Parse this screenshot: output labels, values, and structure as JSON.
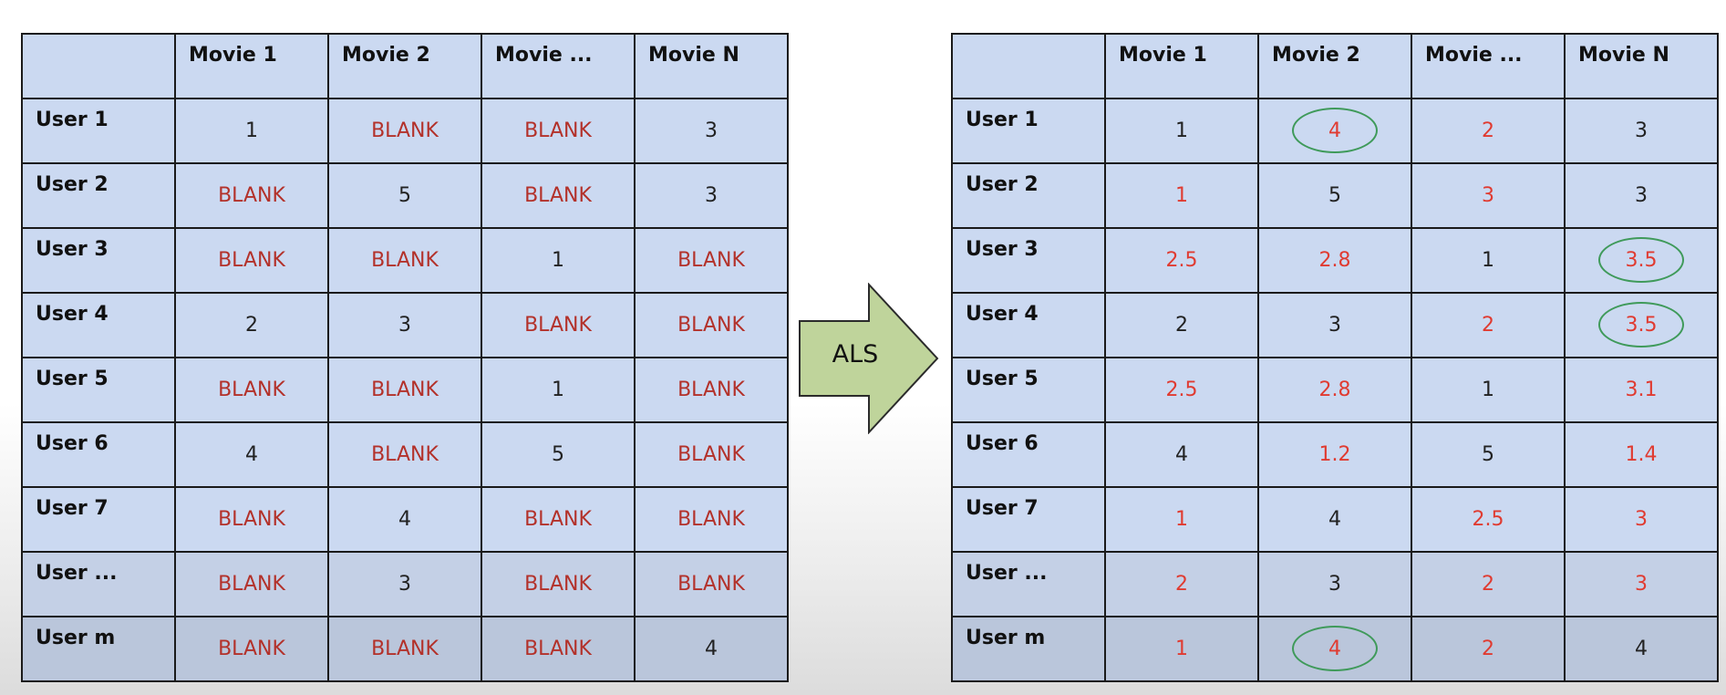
{
  "left_table": {
    "columns": [
      "Movie 1",
      "Movie 2",
      "Movie ...",
      "Movie N"
    ],
    "rows": [
      {
        "user": "User 1",
        "values": [
          "1",
          "BLANK",
          "BLANK",
          "3"
        ]
      },
      {
        "user": "User 2",
        "values": [
          "BLANK",
          "5",
          "BLANK",
          "3"
        ]
      },
      {
        "user": "User 3",
        "values": [
          "BLANK",
          "BLANK",
          "1",
          "BLANK"
        ]
      },
      {
        "user": "User 4",
        "values": [
          "2",
          "3",
          "BLANK",
          "BLANK"
        ]
      },
      {
        "user": "User 5",
        "values": [
          "BLANK",
          "BLANK",
          "1",
          "BLANK"
        ]
      },
      {
        "user": "User 6",
        "values": [
          "4",
          "BLANK",
          "5",
          "BLANK"
        ]
      },
      {
        "user": "User 7",
        "values": [
          "BLANK",
          "4",
          "BLANK",
          "BLANK"
        ]
      },
      {
        "user": "User ...",
        "values": [
          "BLANK",
          "3",
          "BLANK",
          "BLANK"
        ]
      },
      {
        "user": "User m",
        "values": [
          "BLANK",
          "BLANK",
          "BLANK",
          "4"
        ]
      }
    ]
  },
  "arrow": {
    "label": "ALS",
    "fill": "#bfd49b",
    "stroke": "#2b2b2b"
  },
  "right_table": {
    "columns": [
      "Movie 1",
      "Movie 2",
      "Movie ...",
      "Movie N"
    ],
    "rows": [
      {
        "user": "User 1",
        "values": [
          "1",
          "4",
          "2",
          "3"
        ]
      },
      {
        "user": "User 2",
        "values": [
          "1",
          "5",
          "3",
          "3"
        ]
      },
      {
        "user": "User 3",
        "values": [
          "2.5",
          "2.8",
          "1",
          "3.5"
        ]
      },
      {
        "user": "User 4",
        "values": [
          "2",
          "3",
          "2",
          "3.5"
        ]
      },
      {
        "user": "User 5",
        "values": [
          "2.5",
          "2.8",
          "1",
          "3.1"
        ]
      },
      {
        "user": "User 6",
        "values": [
          "4",
          "1.2",
          "5",
          "1.4"
        ]
      },
      {
        "user": "User 7",
        "values": [
          "1",
          "4",
          "2.5",
          "3"
        ]
      },
      {
        "user": "User ...",
        "values": [
          "2",
          "3",
          "2",
          "3"
        ]
      },
      {
        "user": "User m",
        "values": [
          "1",
          "4",
          "2",
          "4"
        ]
      }
    ],
    "circled_cells": [
      {
        "row": 0,
        "col": 1
      },
      {
        "row": 2,
        "col": 3
      },
      {
        "row": 3,
        "col": 3
      },
      {
        "row": 8,
        "col": 1
      }
    ]
  },
  "colors": {
    "cell_background": "#cbd9f1",
    "grid_border": "#1a1a1a",
    "missing_text": "#b3312a",
    "predicted_text": "#e03b31",
    "known_text": "#222222",
    "highlight_circle": "#3f9a5a"
  }
}
